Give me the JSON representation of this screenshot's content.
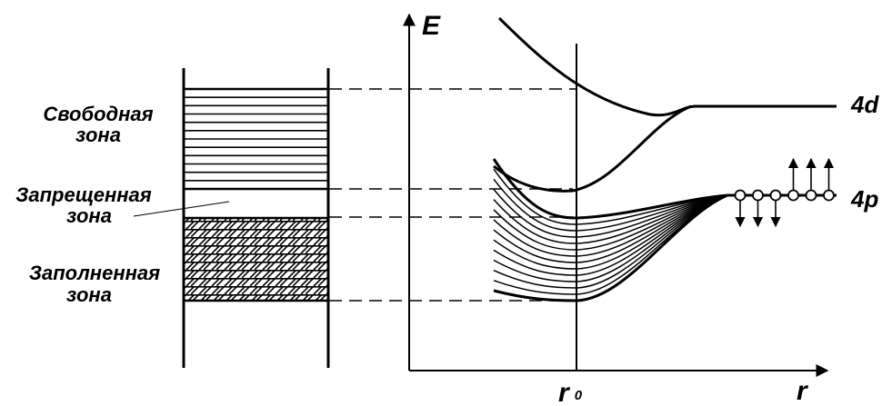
{
  "diagram": {
    "labels": {
      "free_zone_line1": "Свободная",
      "free_zone_line2": "зона",
      "forbidden_zone_line1": "Запрещенная",
      "forbidden_zone_line2": "зона",
      "filled_zone_line1": "Заполненная",
      "filled_zone_line2": "зона",
      "axis_e": "E",
      "axis_r": "r",
      "r0_main": "r",
      "r0_sub": "0",
      "level_4d": "4d",
      "level_4p": "4p"
    },
    "colors": {
      "ink": "#000000",
      "background": "#ffffff"
    },
    "state_counts": {
      "upper_band_lines": 13,
      "lower_band_lines": 8,
      "atomic_circles": 6
    }
  }
}
